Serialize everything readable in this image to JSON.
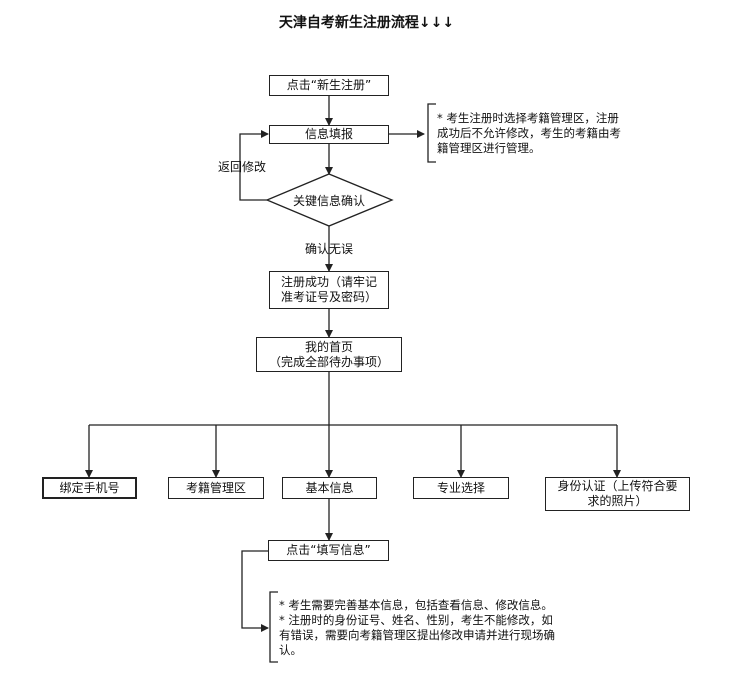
{
  "title": "天津自考新生注册流程↓↓↓",
  "nodes": {
    "click_register": "点击“新生注册”",
    "info_fill": "信息填报",
    "confirm_diamond": "关键信息确认",
    "reg_success_1": "注册成功（请牢记",
    "reg_success_2": "准考证号及密码）",
    "homepage_1": "我的首页",
    "homepage_2": "（完成全部待办事项）",
    "bind_phone": "绑定手机号",
    "exam_admin": "考籍管理区",
    "basic_info": "基本信息",
    "major_select": "专业选择",
    "id_verify_1": "身份认证（上传符合要",
    "id_verify_2": "求的照片）",
    "click_fill": "点击“填写信息”"
  },
  "labels": {
    "back_modify": "返回修改",
    "confirm_ok": "确认无误"
  },
  "notes": {
    "note1_line1": "* 考生注册时选择考籍管理区，注册",
    "note1_line2": "成功后不允许修改，考生的考籍由考",
    "note1_line3": "籍管理区进行管理。",
    "note2_line1": "* 考生需要完善基本信息，包括查看信息、修改信息。",
    "note2_line2": "* 注册时的身份证号、姓名、性别，考生不能修改，如",
    "note2_line3": "有错误，需要向考籍管理区提出修改申请并进行现场确",
    "note2_line4": "认。"
  }
}
